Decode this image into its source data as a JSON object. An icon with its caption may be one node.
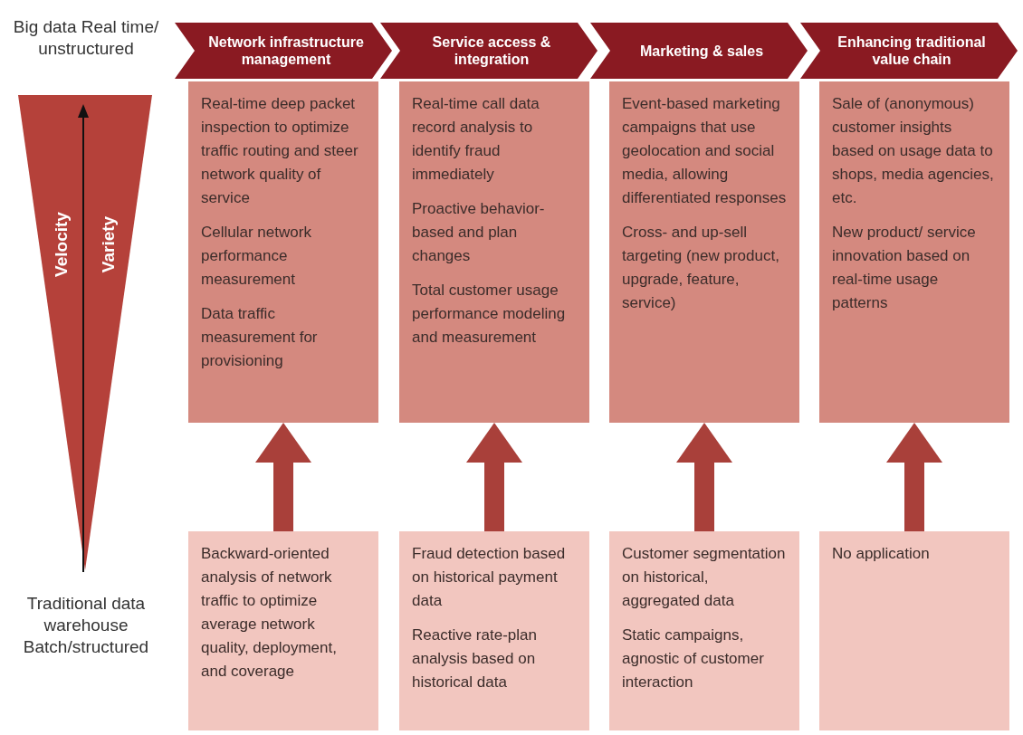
{
  "diagram": {
    "nodes": [
      {
        "text": [
          "Velocity",
          "Variety"
        ]
      },
      {
        "text": [
          "Network infrastructure management"
        ]
      },
      {
        "text": [
          "Service access & integration"
        ]
      },
      {
        "text": [
          "Marketing & sales"
        ]
      },
      {
        "text": [
          "Enhancing traditional value chain"
        ]
      },
      {
        "text": [
          "Real-time deep packet inspection to optimize traffic routing and steer network quality of service",
          "Cellular network performance measurement",
          "Data traffic measurement for provisioning"
        ]
      },
      {
        "text": [
          "Real-time call data record analysis to identify fraud immediately",
          "Proactive behavior-based and plan changes",
          "Total customer usage performance modeling and measurement"
        ]
      },
      {
        "text": [
          "Event-based marketing campaigns that use geolocation and social media, allowing differentiated responses",
          "Cross- and up-sell targeting (new product, upgrade, feature, service)"
        ]
      },
      {
        "text": [
          "Sale of (anonymous) customer insights based on usage data to shops, media agencies, etc.",
          "New product/ service innovation based on real-time usage patterns"
        ]
      },
      {
        "text": [
          "Backward-oriented analysis of network traffic to optimize average network quality, deployment, and coverage"
        ]
      },
      {
        "text": [
          "Fraud detection based on historical payment data",
          "Reactive rate-plan analysis based on historical data"
        ]
      },
      {
        "text": [
          "Customer segmentation on historical, aggregated data",
          "Static campaigns, agnostic of customer interaction"
        ]
      },
      {
        "text": [
          "No application"
        ]
      }
    ],
    "edges": [
      {
        "from": 9,
        "to": 5,
        "arrow": "to"
      },
      {
        "from": 10,
        "to": 6,
        "arrow": "to"
      },
      {
        "from": 11,
        "to": 7,
        "arrow": "to"
      },
      {
        "from": 12,
        "to": 8,
        "arrow": "to"
      }
    ],
    "labels": [
      "Big data Real time/ unstructured",
      "Traditional data warehouse Batch/structured"
    ]
  }
}
